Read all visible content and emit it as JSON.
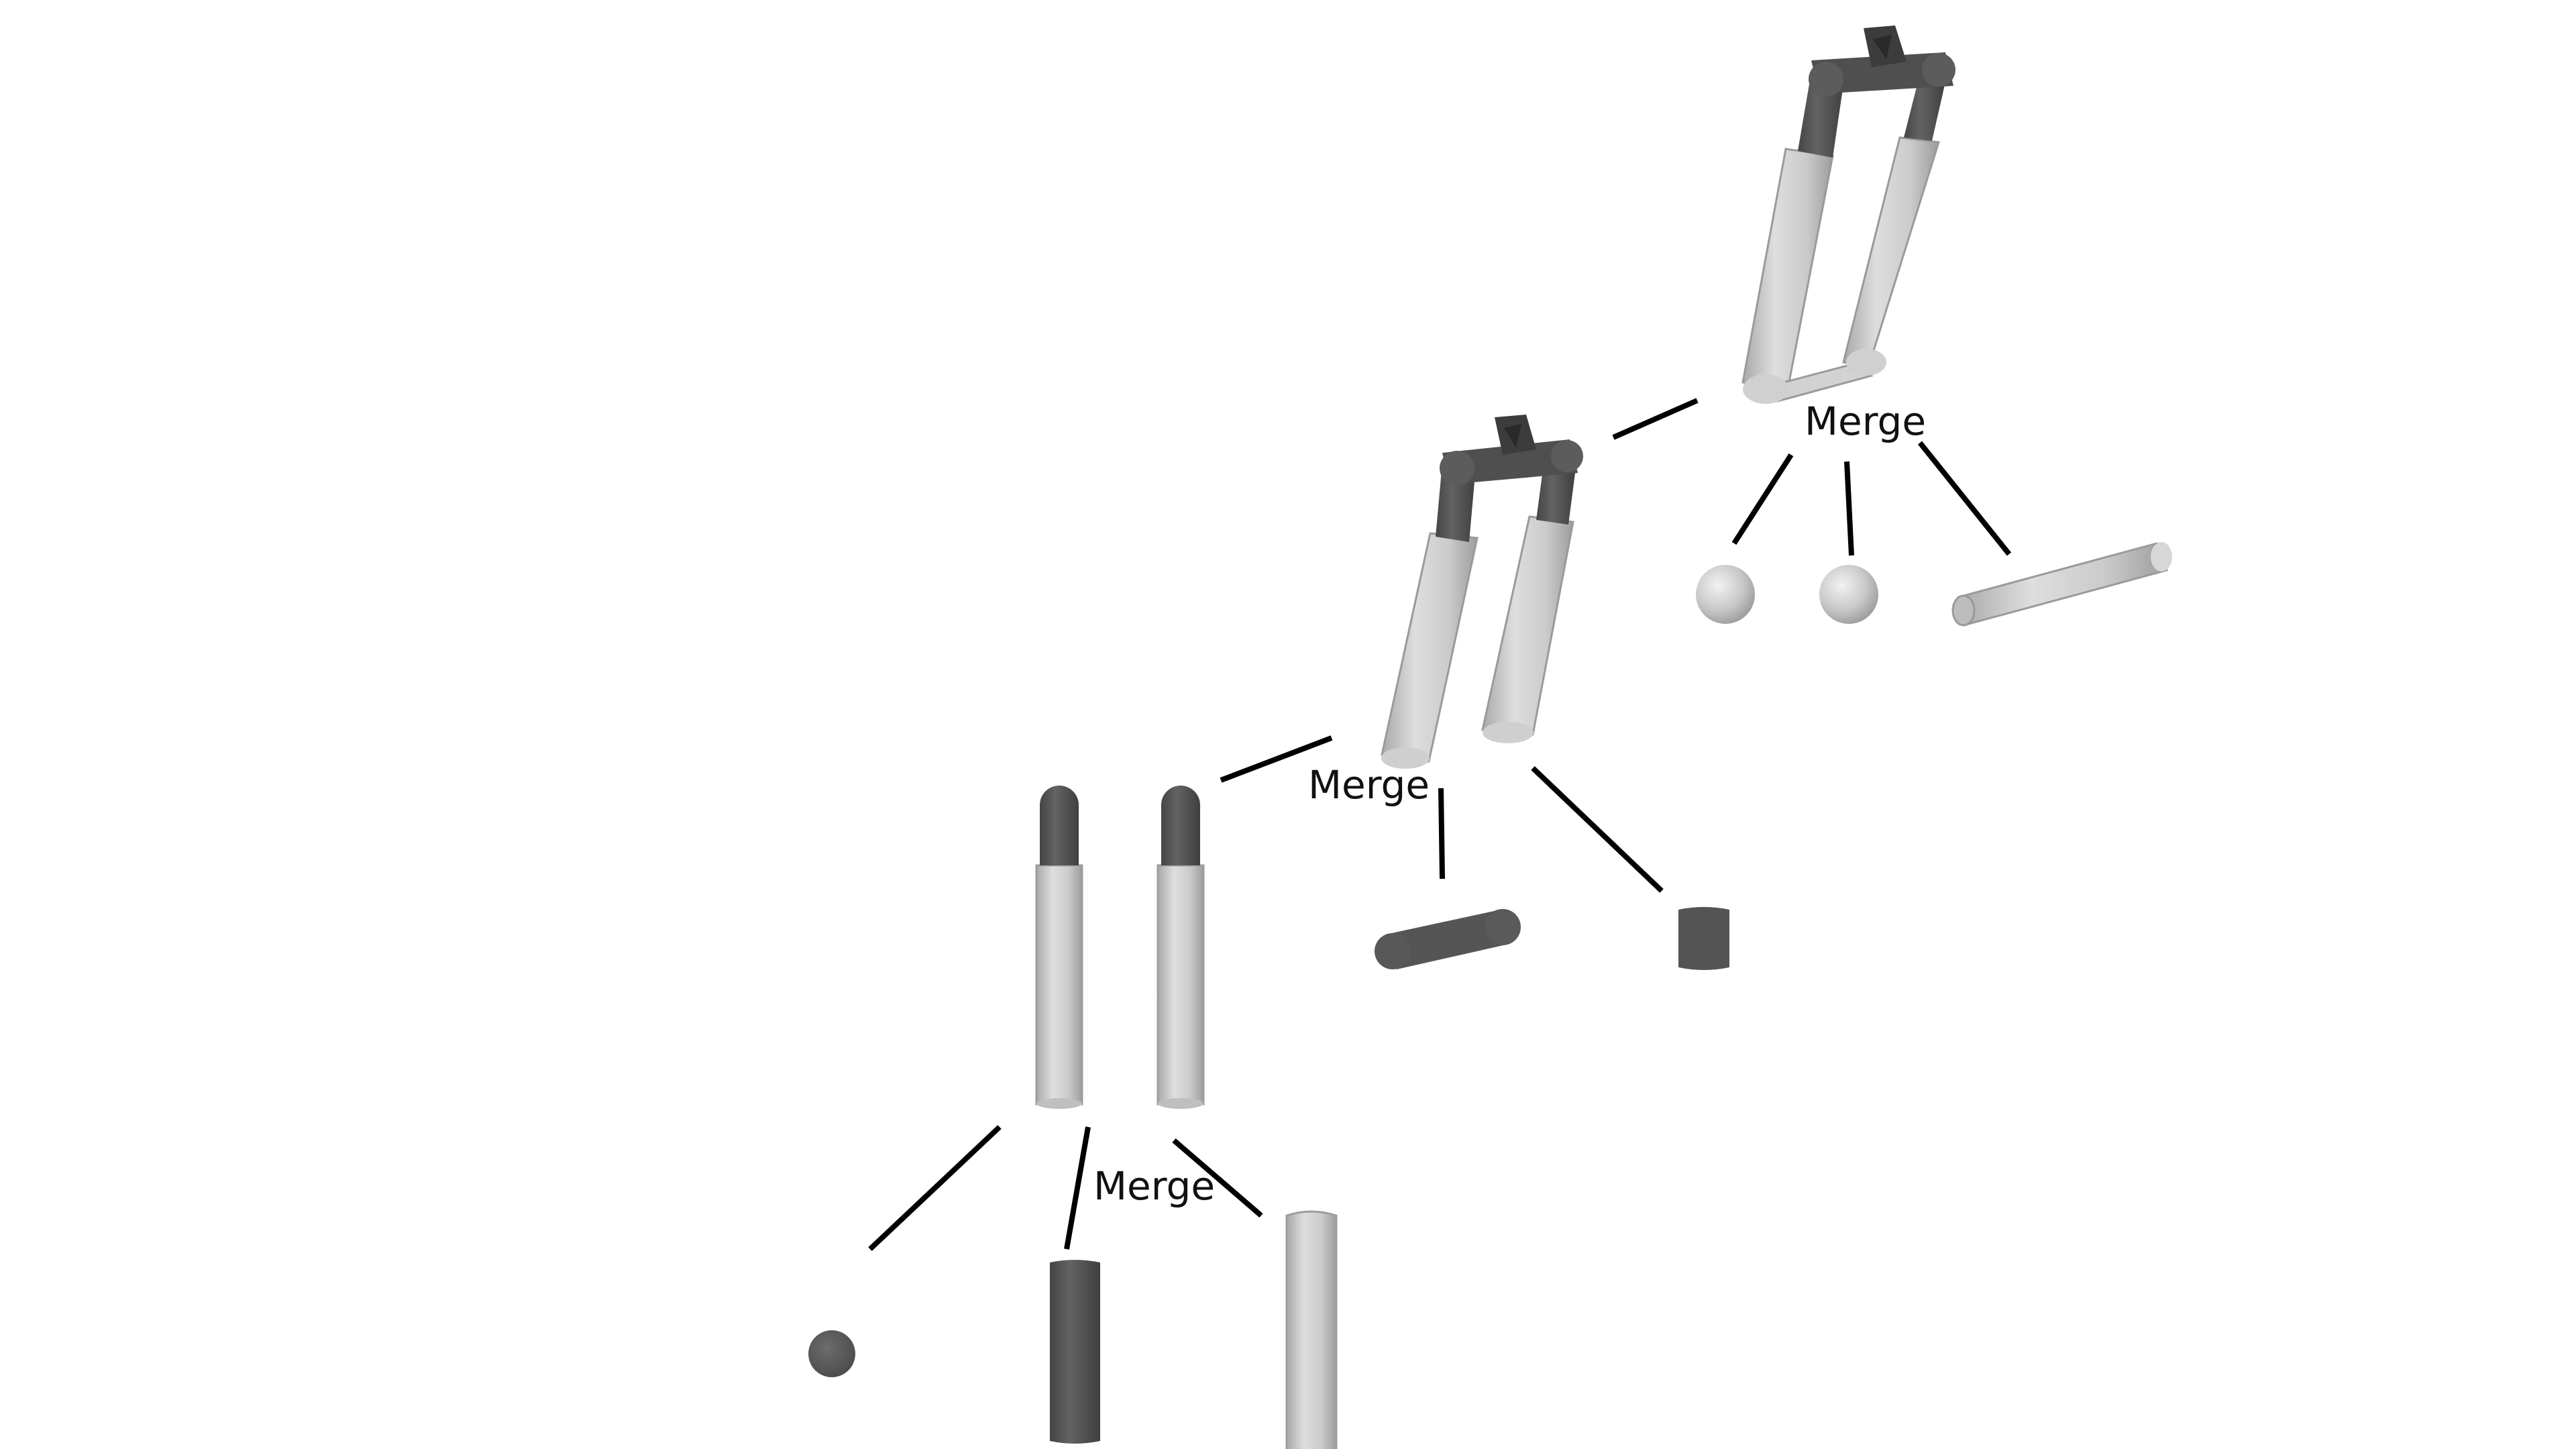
{
  "labels": {
    "merge_top": "Merge",
    "merge_middle": "Merge",
    "merge_bottom": "Merge"
  },
  "colors": {
    "background": "#ffffff",
    "dark_part": "#585858",
    "light_part": "#c8c8c8",
    "connector": "#000000",
    "text": "#111111"
  },
  "stages": [
    {
      "result": "full-frame-assembly",
      "inputs": [
        "ball-joint",
        "ball-joint",
        "horizontal-rod"
      ]
    },
    {
      "result": "u-frame-assembly",
      "inputs": [
        "dark-crossbar",
        "dark-connector-block"
      ]
    },
    {
      "result": "two-capped-posts",
      "inputs": [
        "dark-sphere",
        "dark-cylinder",
        "light-cylinder"
      ]
    }
  ]
}
